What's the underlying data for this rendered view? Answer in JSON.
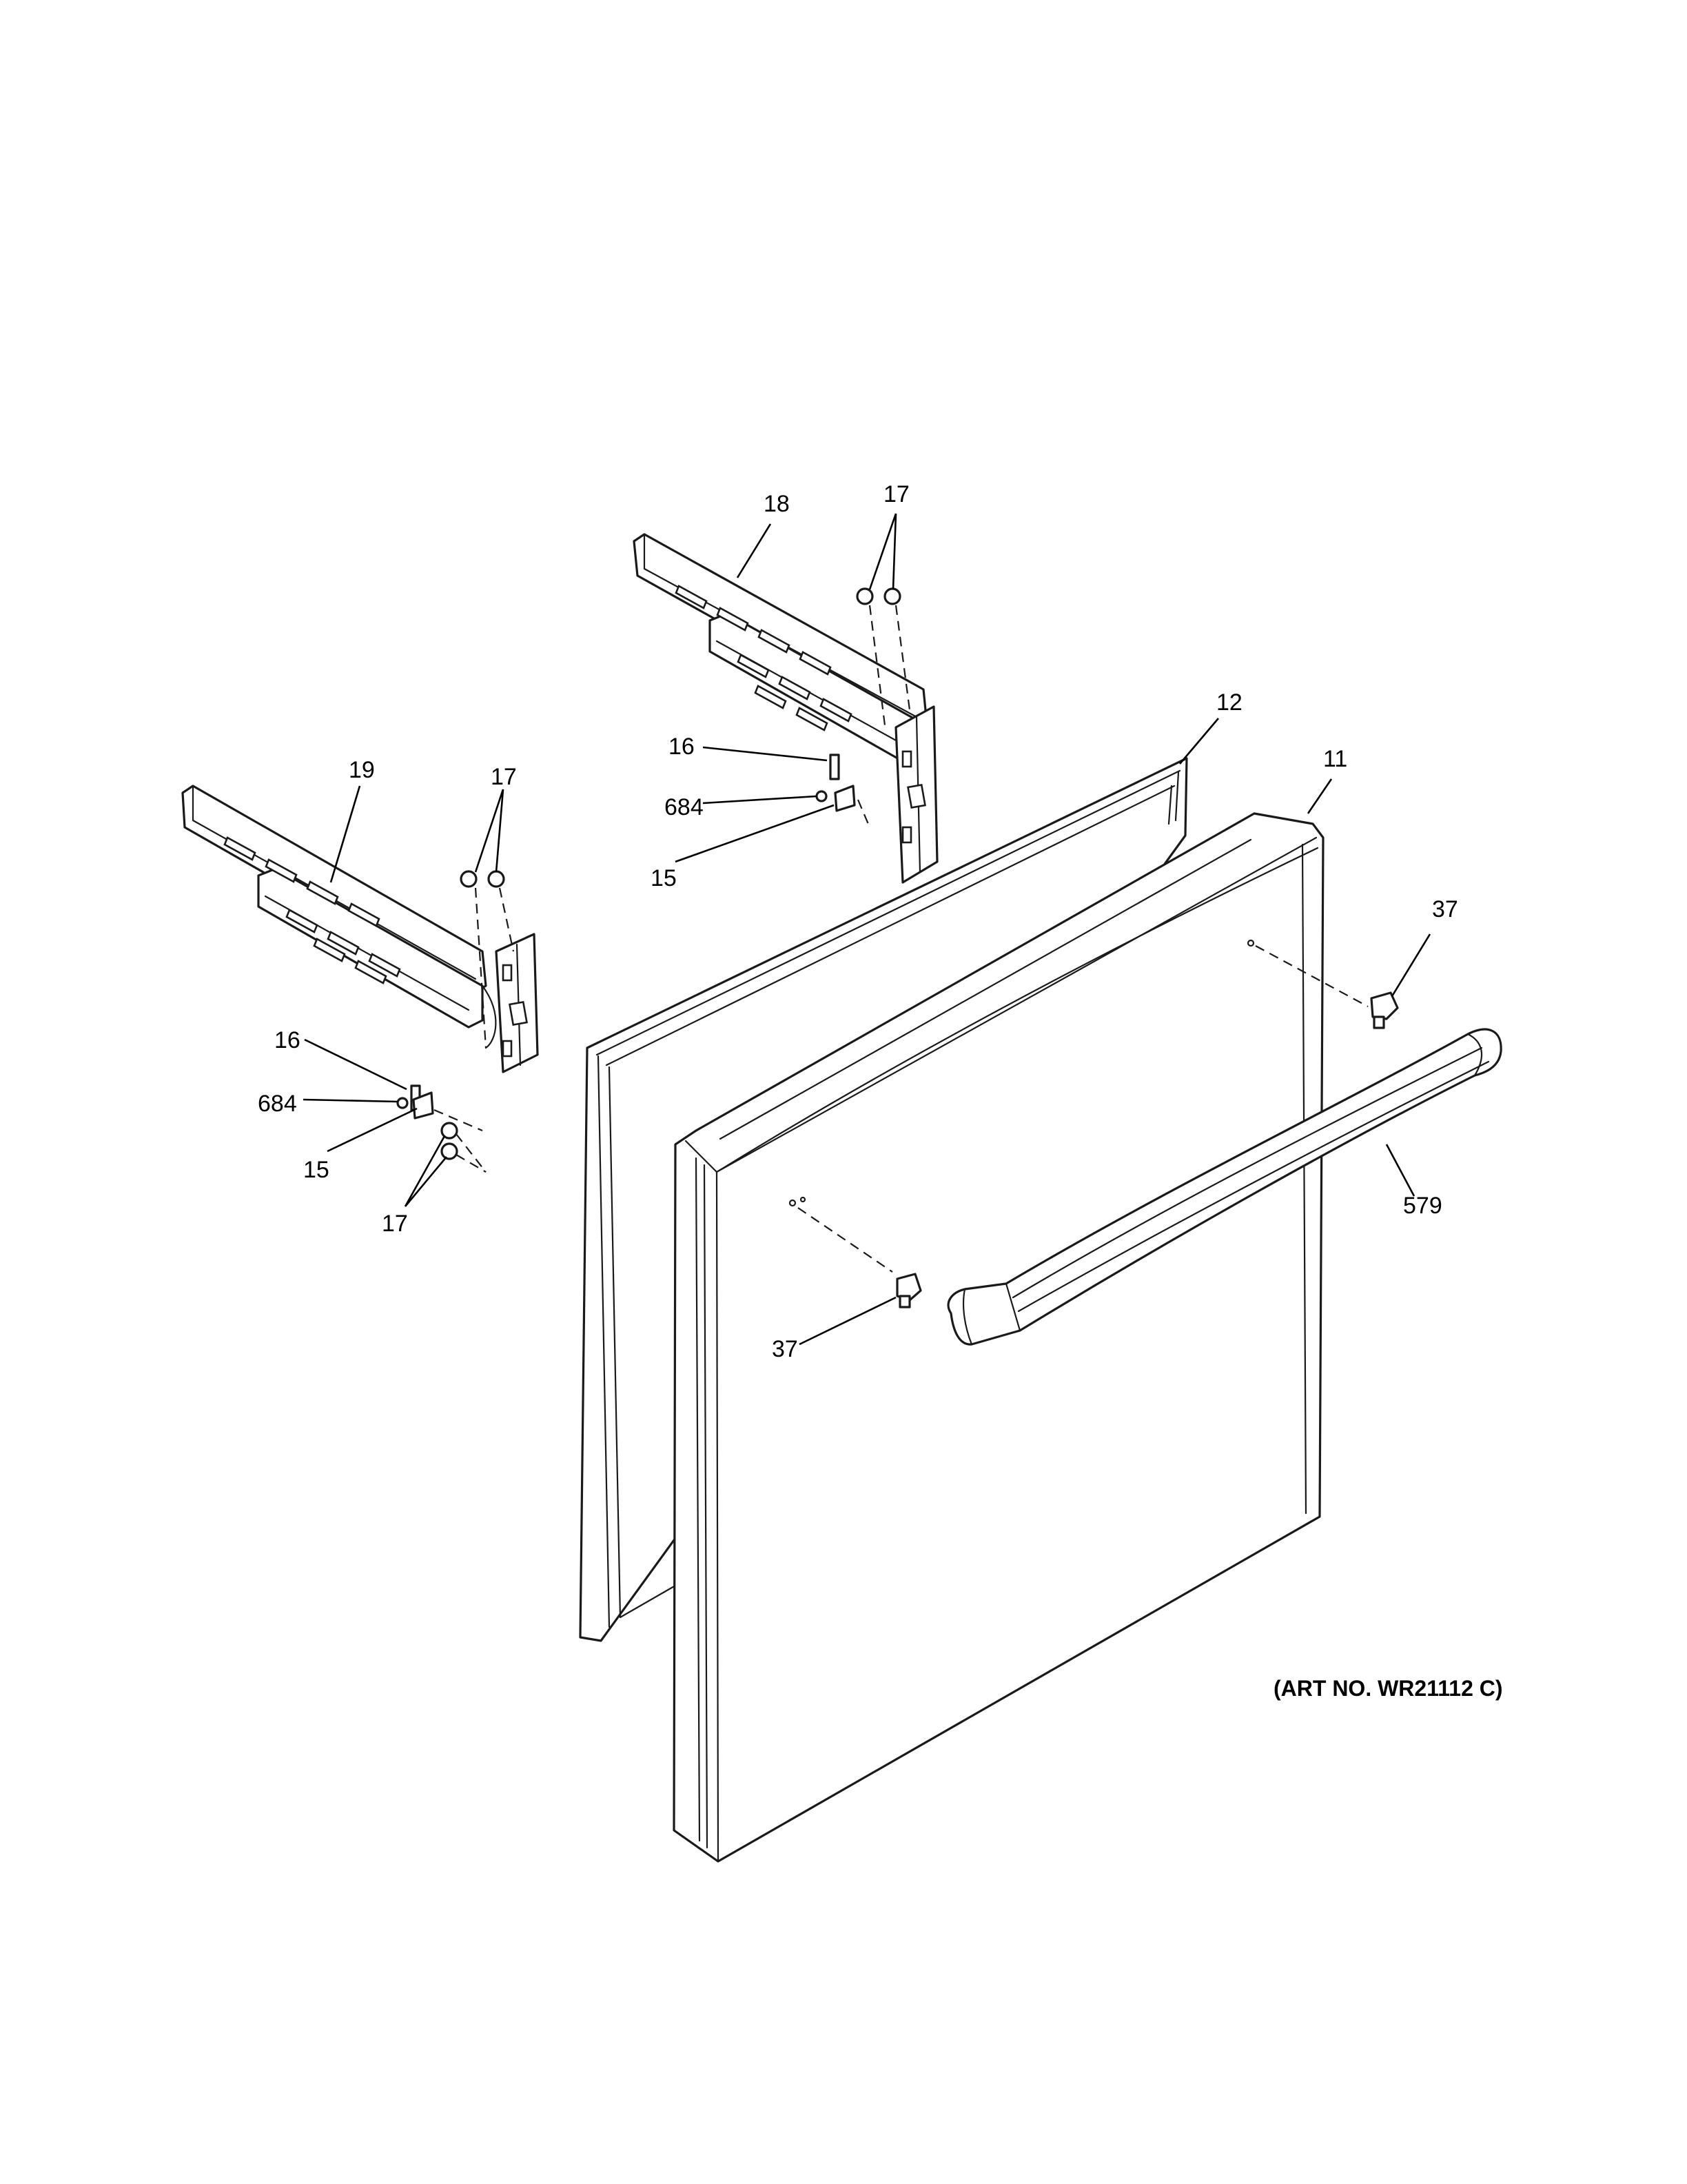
{
  "diagram": {
    "callouts": {
      "c18": "18",
      "c17_top": "17",
      "c12": "12",
      "c11": "11",
      "c16_right": "16",
      "c684_right": "684",
      "c15_right": "15",
      "c19": "19",
      "c17_left": "17",
      "c16_left": "16",
      "c684_left": "684",
      "c15_left": "15",
      "c17_bottom": "17",
      "c37_right": "37",
      "c579": "579",
      "c37_left": "37"
    },
    "art_number": "(ART NO. WR21112 C)"
  }
}
